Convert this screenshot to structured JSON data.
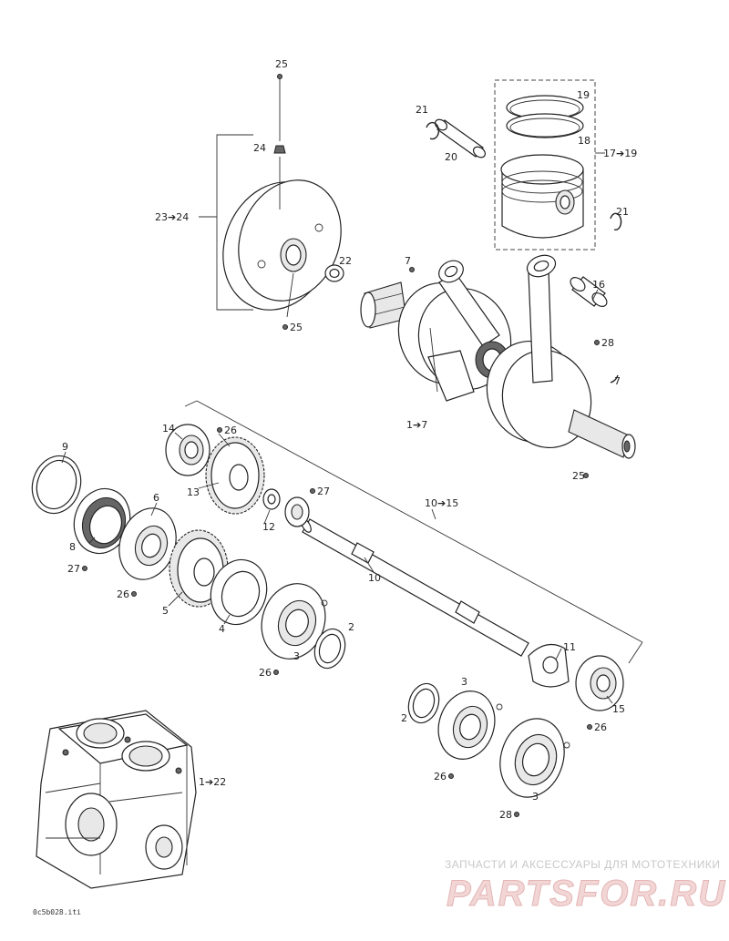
{
  "diagram": {
    "ref_code": "0c5b028.iti",
    "watermark": {
      "line1": "ЗАПЧАСТИ И АКСЕССУАРЫ ДЛЯ МОТОТЕХНИКИ",
      "line2": "PARTSFOR.RU"
    },
    "callouts": [
      {
        "id": "c25top",
        "text": "25"
      },
      {
        "id": "c24",
        "text": "24"
      },
      {
        "id": "c23_24",
        "text": "23➔24"
      },
      {
        "id": "c22",
        "text": "22"
      },
      {
        "id": "c25mid",
        "text": "25"
      },
      {
        "id": "c19",
        "text": "19"
      },
      {
        "id": "c18",
        "text": "18"
      },
      {
        "id": "c17_19",
        "text": "17➔19"
      },
      {
        "id": "c21a",
        "text": "21"
      },
      {
        "id": "c20",
        "text": "20"
      },
      {
        "id": "c21b",
        "text": "21"
      },
      {
        "id": "c7a",
        "text": "7"
      },
      {
        "id": "c16",
        "text": "16"
      },
      {
        "id": "c28",
        "text": "28"
      },
      {
        "id": "c7b",
        "text": "7"
      },
      {
        "id": "c1_7",
        "text": "1➔7"
      },
      {
        "id": "c25low",
        "text": "25"
      },
      {
        "id": "c14",
        "text": "14"
      },
      {
        "id": "c26a",
        "text": "26"
      },
      {
        "id": "c13",
        "text": "13"
      },
      {
        "id": "c27a",
        "text": "27"
      },
      {
        "id": "c12",
        "text": "12"
      },
      {
        "id": "c10_15",
        "text": "10➔15"
      },
      {
        "id": "c9",
        "text": "9"
      },
      {
        "id": "c6",
        "text": "6"
      },
      {
        "id": "c8",
        "text": "8"
      },
      {
        "id": "c27b",
        "text": "27"
      },
      {
        "id": "c26b",
        "text": "26"
      },
      {
        "id": "c5",
        "text": "5"
      },
      {
        "id": "c10",
        "text": "10"
      },
      {
        "id": "c4",
        "text": "4"
      },
      {
        "id": "c2a",
        "text": "2"
      },
      {
        "id": "c3a",
        "text": "3"
      },
      {
        "id": "c26c",
        "text": "26"
      },
      {
        "id": "c11",
        "text": "11"
      },
      {
        "id": "c15",
        "text": "15"
      },
      {
        "id": "c26d",
        "text": "26"
      },
      {
        "id": "c3b",
        "text": "3"
      },
      {
        "id": "c2b",
        "text": "2"
      },
      {
        "id": "c26e",
        "text": "26"
      },
      {
        "id": "c3c",
        "text": "3"
      },
      {
        "id": "c28b",
        "text": "28"
      },
      {
        "id": "c1_22",
        "text": "1➔22"
      }
    ]
  }
}
